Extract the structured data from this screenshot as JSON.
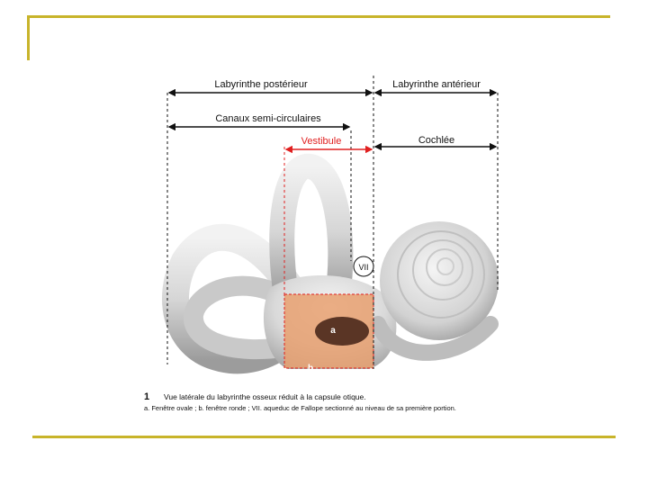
{
  "labels": {
    "posterior": "Labyrinthe postérieur",
    "anterior": "Labyrinthe antérieur",
    "canals": "Canaux semi-circulaires",
    "vestibule": "Vestibule",
    "cochlea": "Cochlée",
    "nerve": "VII",
    "marker_a": "a",
    "marker_b": "b"
  },
  "caption": {
    "number": "1",
    "title": "Vue latérale du labyrinthe osseux réduit à la capsule otique.",
    "legend": "a. Fenêtre ovale ; b. fenêtre ronde ; VII. aqueduc de Fallope sectionné au niveau de sa première portion."
  },
  "colors": {
    "frame": "#c8b42a",
    "vestibule_label": "#e02020",
    "highlight_region": "#e8a070",
    "bone": "#dcdcdc"
  }
}
